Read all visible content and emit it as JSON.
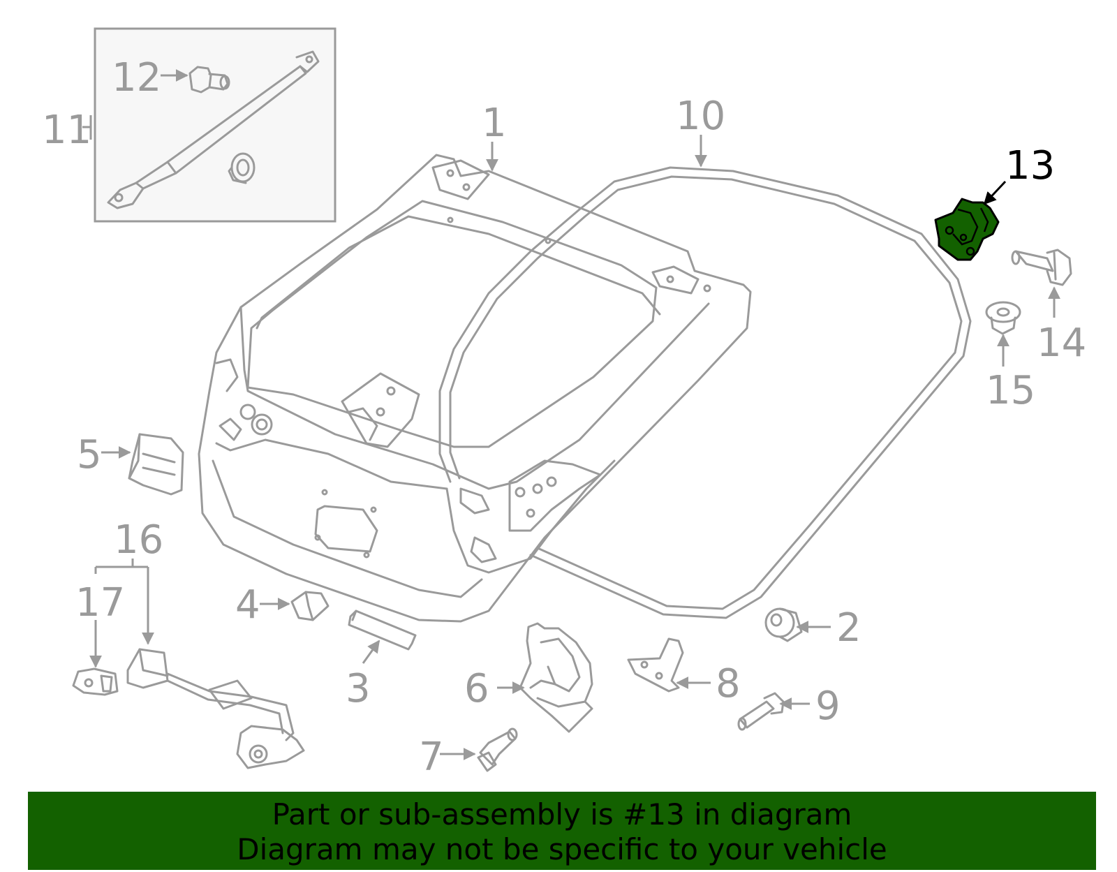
{
  "colors": {
    "highlight": "#136100",
    "line": "#9a9a9a",
    "highlight_label": "#000000",
    "banner_bg": "#136100"
  },
  "highlighted_part": "13",
  "callouts": [
    "1",
    "2",
    "3",
    "4",
    "5",
    "6",
    "7",
    "8",
    "9",
    "10",
    "11",
    "12",
    "13",
    "14",
    "15",
    "16",
    "17"
  ],
  "banner": {
    "line1": "Part or sub-assembly is #13 in diagram",
    "line2": "Diagram may not be specific to your vehicle"
  }
}
